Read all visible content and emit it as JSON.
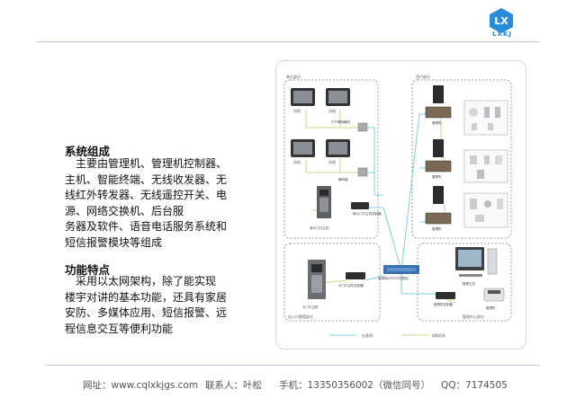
{
  "header": {
    "logo_text": "LXKJ",
    "logo_mark": "LX",
    "brand_color": "#2b8cd6"
  },
  "left": {
    "section1_title": "系统组成",
    "section1_lines": [
      "　主要由管理机、管理机控制器、",
      "主机、智能终端、无线收发器、无",
      "线红外转发器、无线遥控开关、电",
      "源、网络交换机、后台服",
      "务器及软件、语音电话服务系统和",
      "短信报警模块等组成"
    ],
    "section2_title": "功能特点",
    "section2_lines": [
      "　采用以太网架构，除了能实现",
      "楼宇对讲的基本功能，还具有家居",
      "安防、多媒体应用、短信报警、远",
      "程信息交互等便利功能"
    ]
  },
  "diagram": {
    "zone_unit": "单元部分",
    "zone_user": "用户部分",
    "zone_entrance": "出入口围墙部分",
    "zone_center": "管理中心部分",
    "monitor_label": "分机",
    "decoder_label": "户户联网解码",
    "decoder_label2": "解码器",
    "unit_door_label": "单元门口主机",
    "unit_ctrl_label": "单元门口主机控制器",
    "switch_label": "局域网(TCP/IP交换机)",
    "terminal_label": "管理机",
    "entrance_ctrl_label": "大门口主机控制器",
    "entrance_door_label": "大门口主机",
    "center_ctrl_label": "管理机控制器",
    "center_pc_label": "管理主机",
    "center_phone_label": "管理机",
    "legend_a": "五类线",
    "legend_b": "AJB总线",
    "line_color_a": "#7fd0e4",
    "line_color_b": "#c8d98a"
  },
  "footer": {
    "website": "网址：www.cqlxkjgs.com",
    "contact": "联系人：叶松",
    "phone": "手机：13350356002（微信同号）",
    "qq": "QQ：7174505"
  }
}
